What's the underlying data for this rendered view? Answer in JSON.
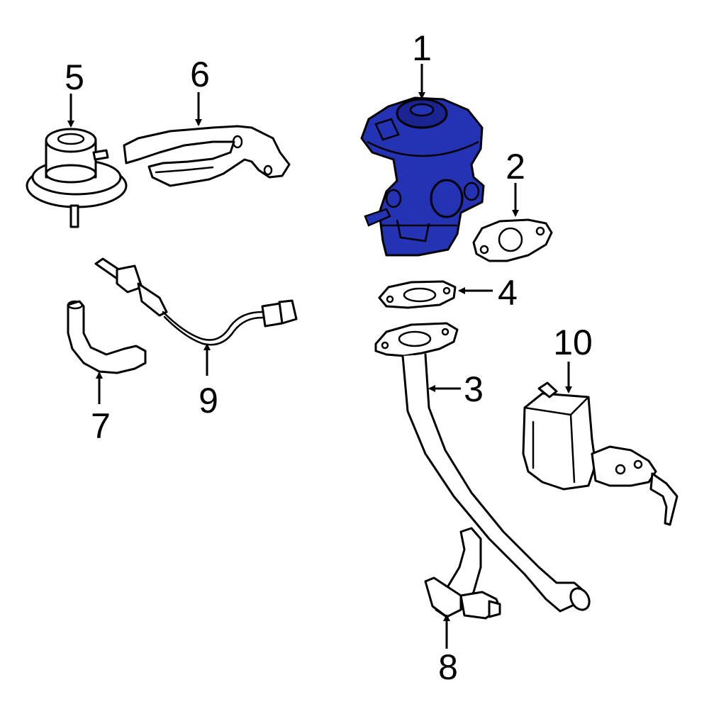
{
  "colors": {
    "highlight": "#2433b3",
    "highlight_dark": "#1a2490",
    "line": "#000000",
    "background": "#ffffff"
  },
  "callouts": [
    {
      "id": "1",
      "label": "1"
    },
    {
      "id": "2",
      "label": "2"
    },
    {
      "id": "3",
      "label": "3"
    },
    {
      "id": "4",
      "label": "4"
    },
    {
      "id": "5",
      "label": "5"
    },
    {
      "id": "6",
      "label": "6"
    },
    {
      "id": "7",
      "label": "7"
    },
    {
      "id": "8",
      "label": "8"
    },
    {
      "id": "9",
      "label": "9"
    },
    {
      "id": "10",
      "label": "10"
    }
  ]
}
